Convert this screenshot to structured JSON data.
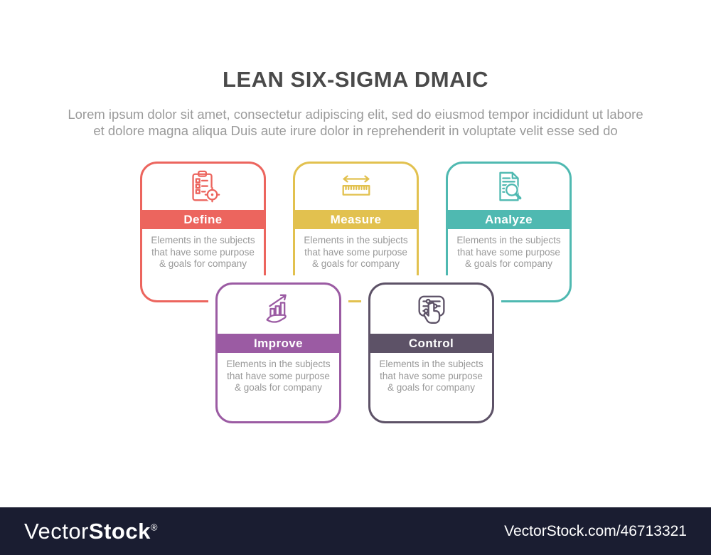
{
  "page": {
    "title": "LEAN SIX-SIGMA DMAIC",
    "subtitle_line1": "Lorem ipsum dolor sit amet, consectetur adipiscing elit, sed do eiusmod tempor incididunt ut labore",
    "subtitle_line2": "et dolore magna aliqua Duis aute irure dolor in reprehenderit in voluptate velit esse sed do",
    "title_color": "#4a4a4a",
    "subtitle_color": "#9a9a9a"
  },
  "cards": [
    {
      "label": "Define",
      "color": "#ec655e",
      "icon": "clipboard-checklist-icon",
      "desc1": "Elements in the subjects",
      "desc2": "that have  some purpose",
      "desc3": "& goals for company"
    },
    {
      "label": "Measure",
      "color": "#e2c14f",
      "icon": "ruler-icon",
      "desc1": "Elements in the subjects",
      "desc2": "that have  some purpose",
      "desc3": "& goals for company"
    },
    {
      "label": "Analyze",
      "color": "#4fb9b1",
      "icon": "document-search-icon",
      "desc1": "Elements in the subjects",
      "desc2": "that have  some purpose",
      "desc3": "& goals for company"
    },
    {
      "label": "Improve",
      "color": "#9b5ba3",
      "icon": "growth-chart-hand-icon",
      "desc1": "Elements in the subjects",
      "desc2": "that have  some purpose",
      "desc3": "& goals for company"
    },
    {
      "label": "Control",
      "color": "#5d5267",
      "icon": "settings-control-hand-icon",
      "desc1": "Elements in the subjects",
      "desc2": "that have  some purpose",
      "desc3": "& goals for company"
    }
  ],
  "watermark": {
    "brand_light": "Vector",
    "brand_bold": "Stock",
    "registered_mark": "®",
    "url": "VectorStock.com/46713321",
    "bar_color": "#1a1d31"
  }
}
